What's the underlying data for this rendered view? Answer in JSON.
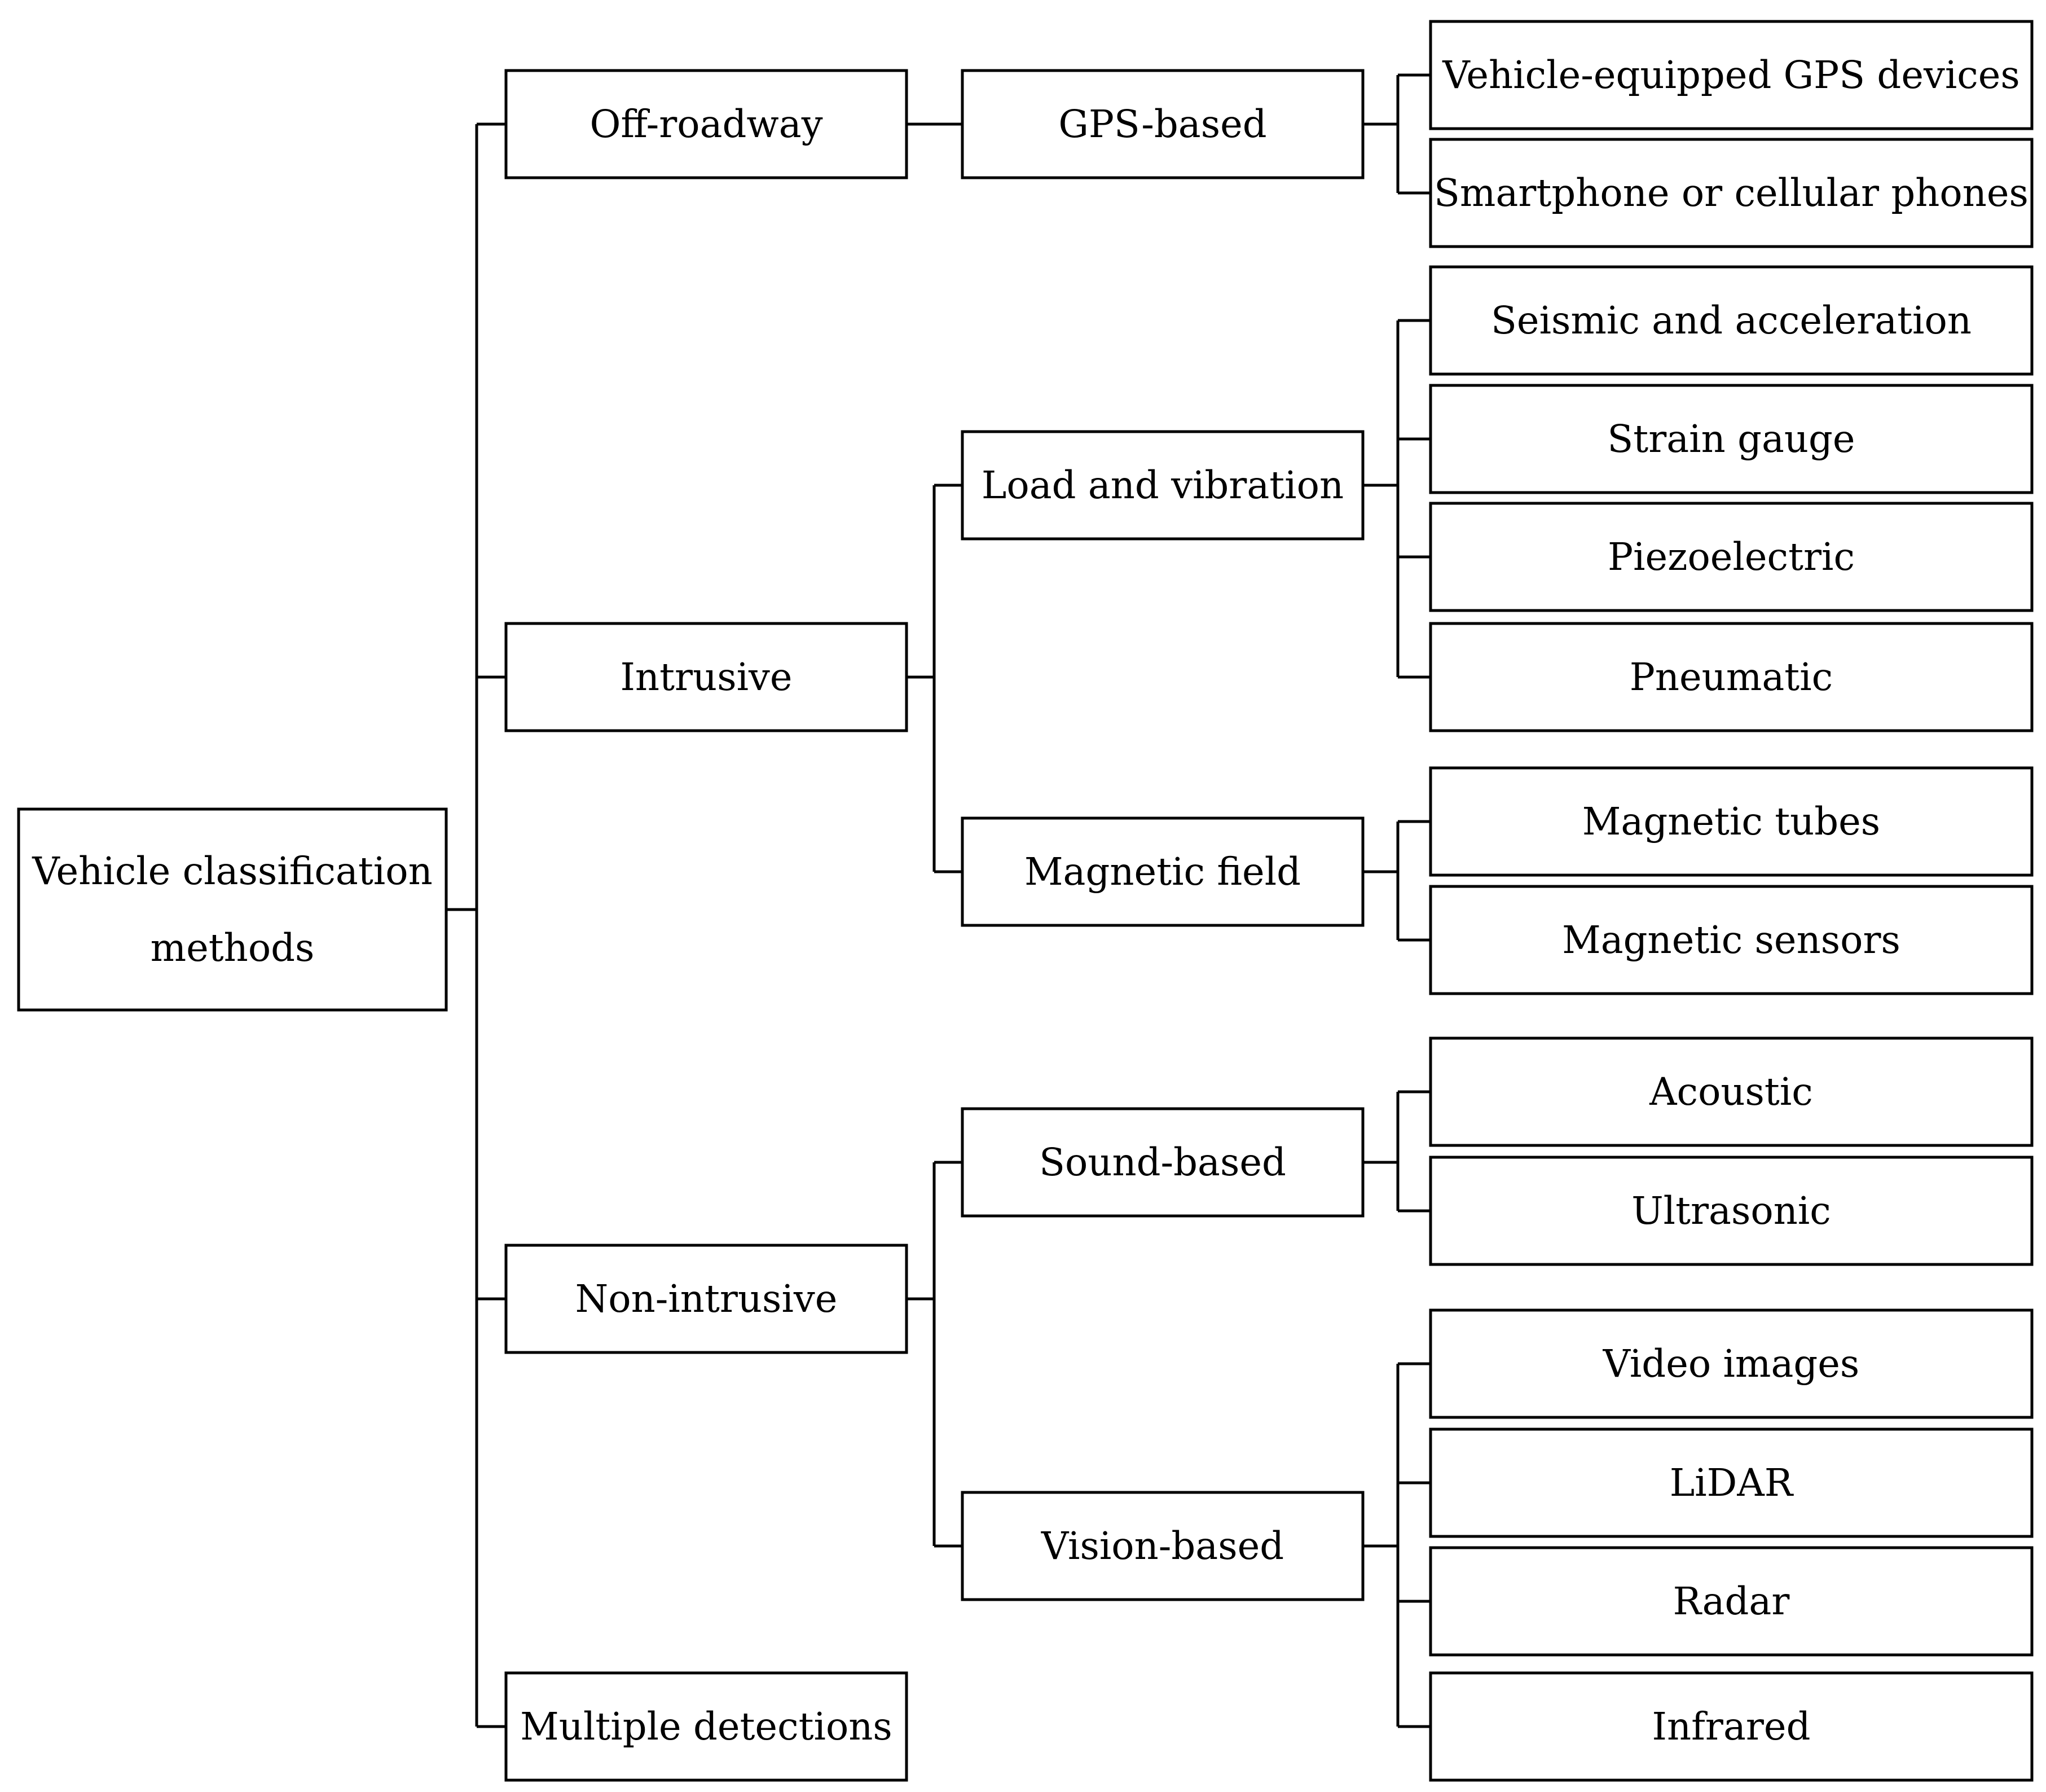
{
  "root": {
    "label_lines": [
      "Vehicle classification",
      "methods"
    ]
  },
  "categories": [
    {
      "label": "Off-roadway",
      "groups": [
        {
          "label": "GPS-based",
          "items": [
            "Vehicle-equipped GPS devices",
            "Smartphone or cellular phones"
          ]
        }
      ]
    },
    {
      "label": "Intrusive",
      "groups": [
        {
          "label": "Load and vibration",
          "items": [
            "Seismic and acceleration",
            "Strain gauge",
            "Piezoelectric",
            "Pneumatic"
          ]
        },
        {
          "label": "Magnetic field",
          "items": [
            "Magnetic tubes",
            "Magnetic sensors"
          ]
        }
      ]
    },
    {
      "label": "Non-intrusive",
      "groups": [
        {
          "label": "Sound-based",
          "items": [
            "Acoustic",
            "Ultrasonic"
          ]
        },
        {
          "label": "Vision-based",
          "items": [
            "Video images",
            "LiDAR",
            "Radar",
            "Infrared"
          ]
        }
      ]
    },
    {
      "label": "Multiple detections",
      "groups": []
    }
  ]
}
